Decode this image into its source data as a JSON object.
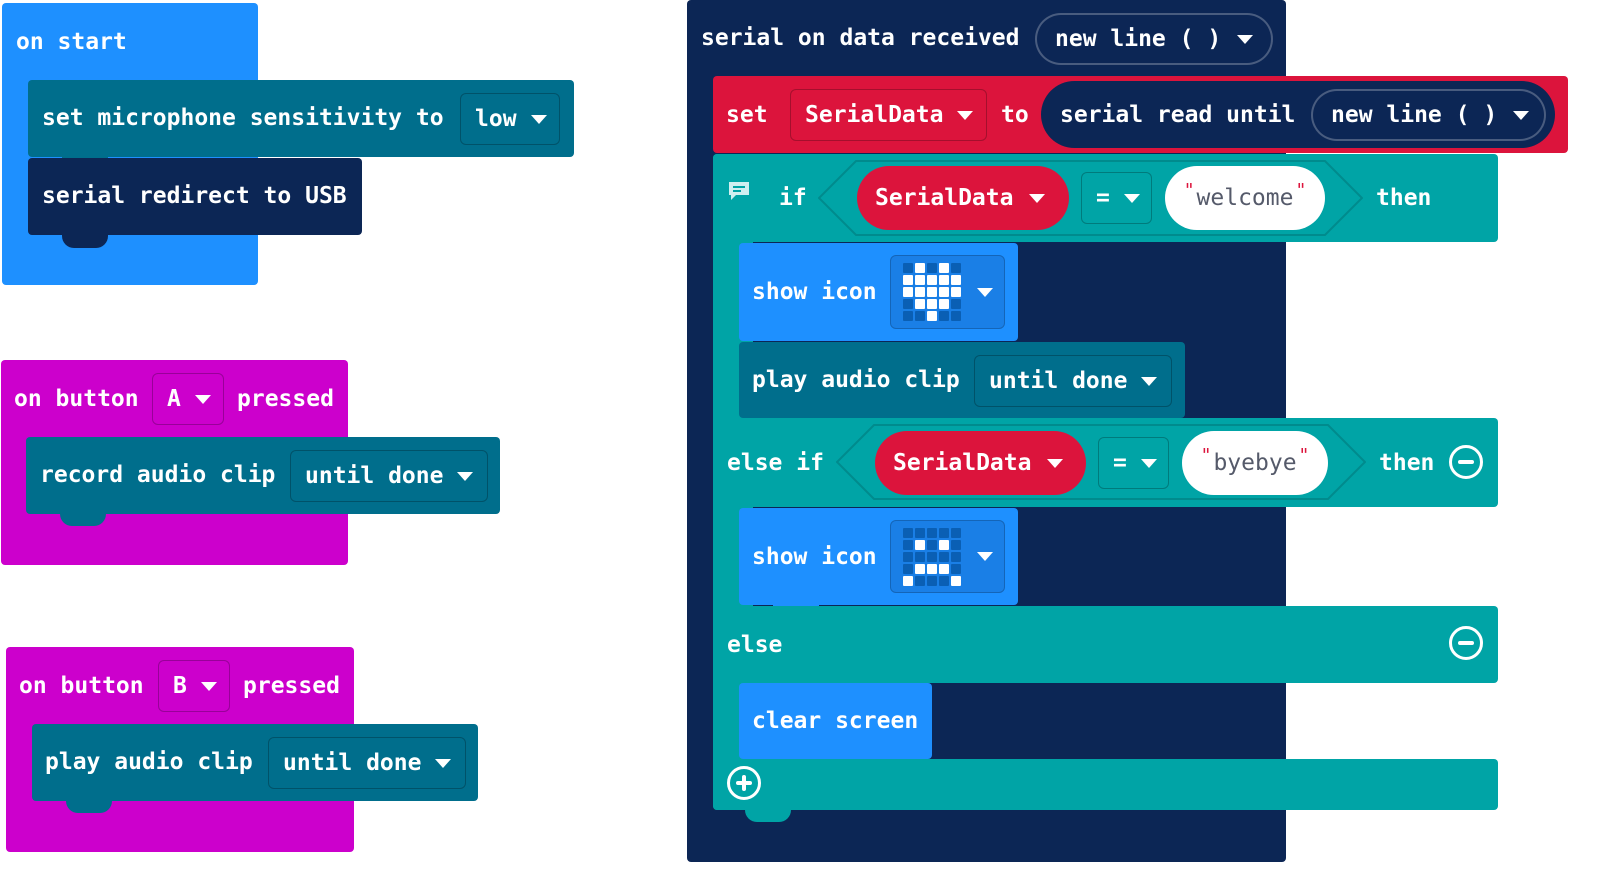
{
  "on_start": {
    "label": "on start",
    "set_mic": {
      "label": "set microphone sensitivity to",
      "value": "low"
    },
    "redirect": {
      "label": "serial redirect to USB"
    }
  },
  "button_a": {
    "prefix": "on button",
    "button": "A",
    "suffix": "pressed",
    "record": {
      "label": "record audio clip",
      "value": "until done"
    }
  },
  "button_b": {
    "prefix": "on button",
    "button": "B",
    "suffix": "pressed",
    "play": {
      "label": "play audio clip",
      "value": "until done"
    }
  },
  "serial": {
    "label": "serial on data received",
    "delimiter": "new line ( )",
    "set": {
      "set_label": "set",
      "variable": "SerialData",
      "to_label": "to",
      "read_label": "serial read until",
      "read_value": "new line ( )"
    },
    "if_block": {
      "if_label": "if",
      "then_label": "then",
      "condition": {
        "variable": "SerialData",
        "operator": "=",
        "value": "welcome"
      },
      "show_icon_label": "show icon",
      "play_label": "play audio clip",
      "play_value": "until done",
      "elseif_label": "else if",
      "elseif_then_label": "then",
      "elseif_condition": {
        "variable": "SerialData",
        "operator": "=",
        "value": "byebye"
      },
      "show_icon2_label": "show icon",
      "else_label": "else",
      "clear_label": "clear screen"
    },
    "icon_heart": [
      0,
      1,
      0,
      1,
      0,
      1,
      1,
      1,
      1,
      1,
      1,
      1,
      1,
      1,
      1,
      0,
      1,
      1,
      1,
      0,
      0,
      0,
      1,
      0,
      0
    ],
    "icon_sad": [
      0,
      0,
      0,
      0,
      0,
      0,
      1,
      0,
      1,
      0,
      0,
      0,
      0,
      0,
      0,
      0,
      1,
      1,
      1,
      0,
      1,
      0,
      0,
      0,
      1
    ]
  },
  "colors": {
    "basic_blue": "#1e90ff",
    "input_magenta": "#cc00cc",
    "logic_teal": "#00a4a6",
    "serial_navy": "#0c2655",
    "music_teal": "#006e8c",
    "variable_red": "#dc143c"
  }
}
